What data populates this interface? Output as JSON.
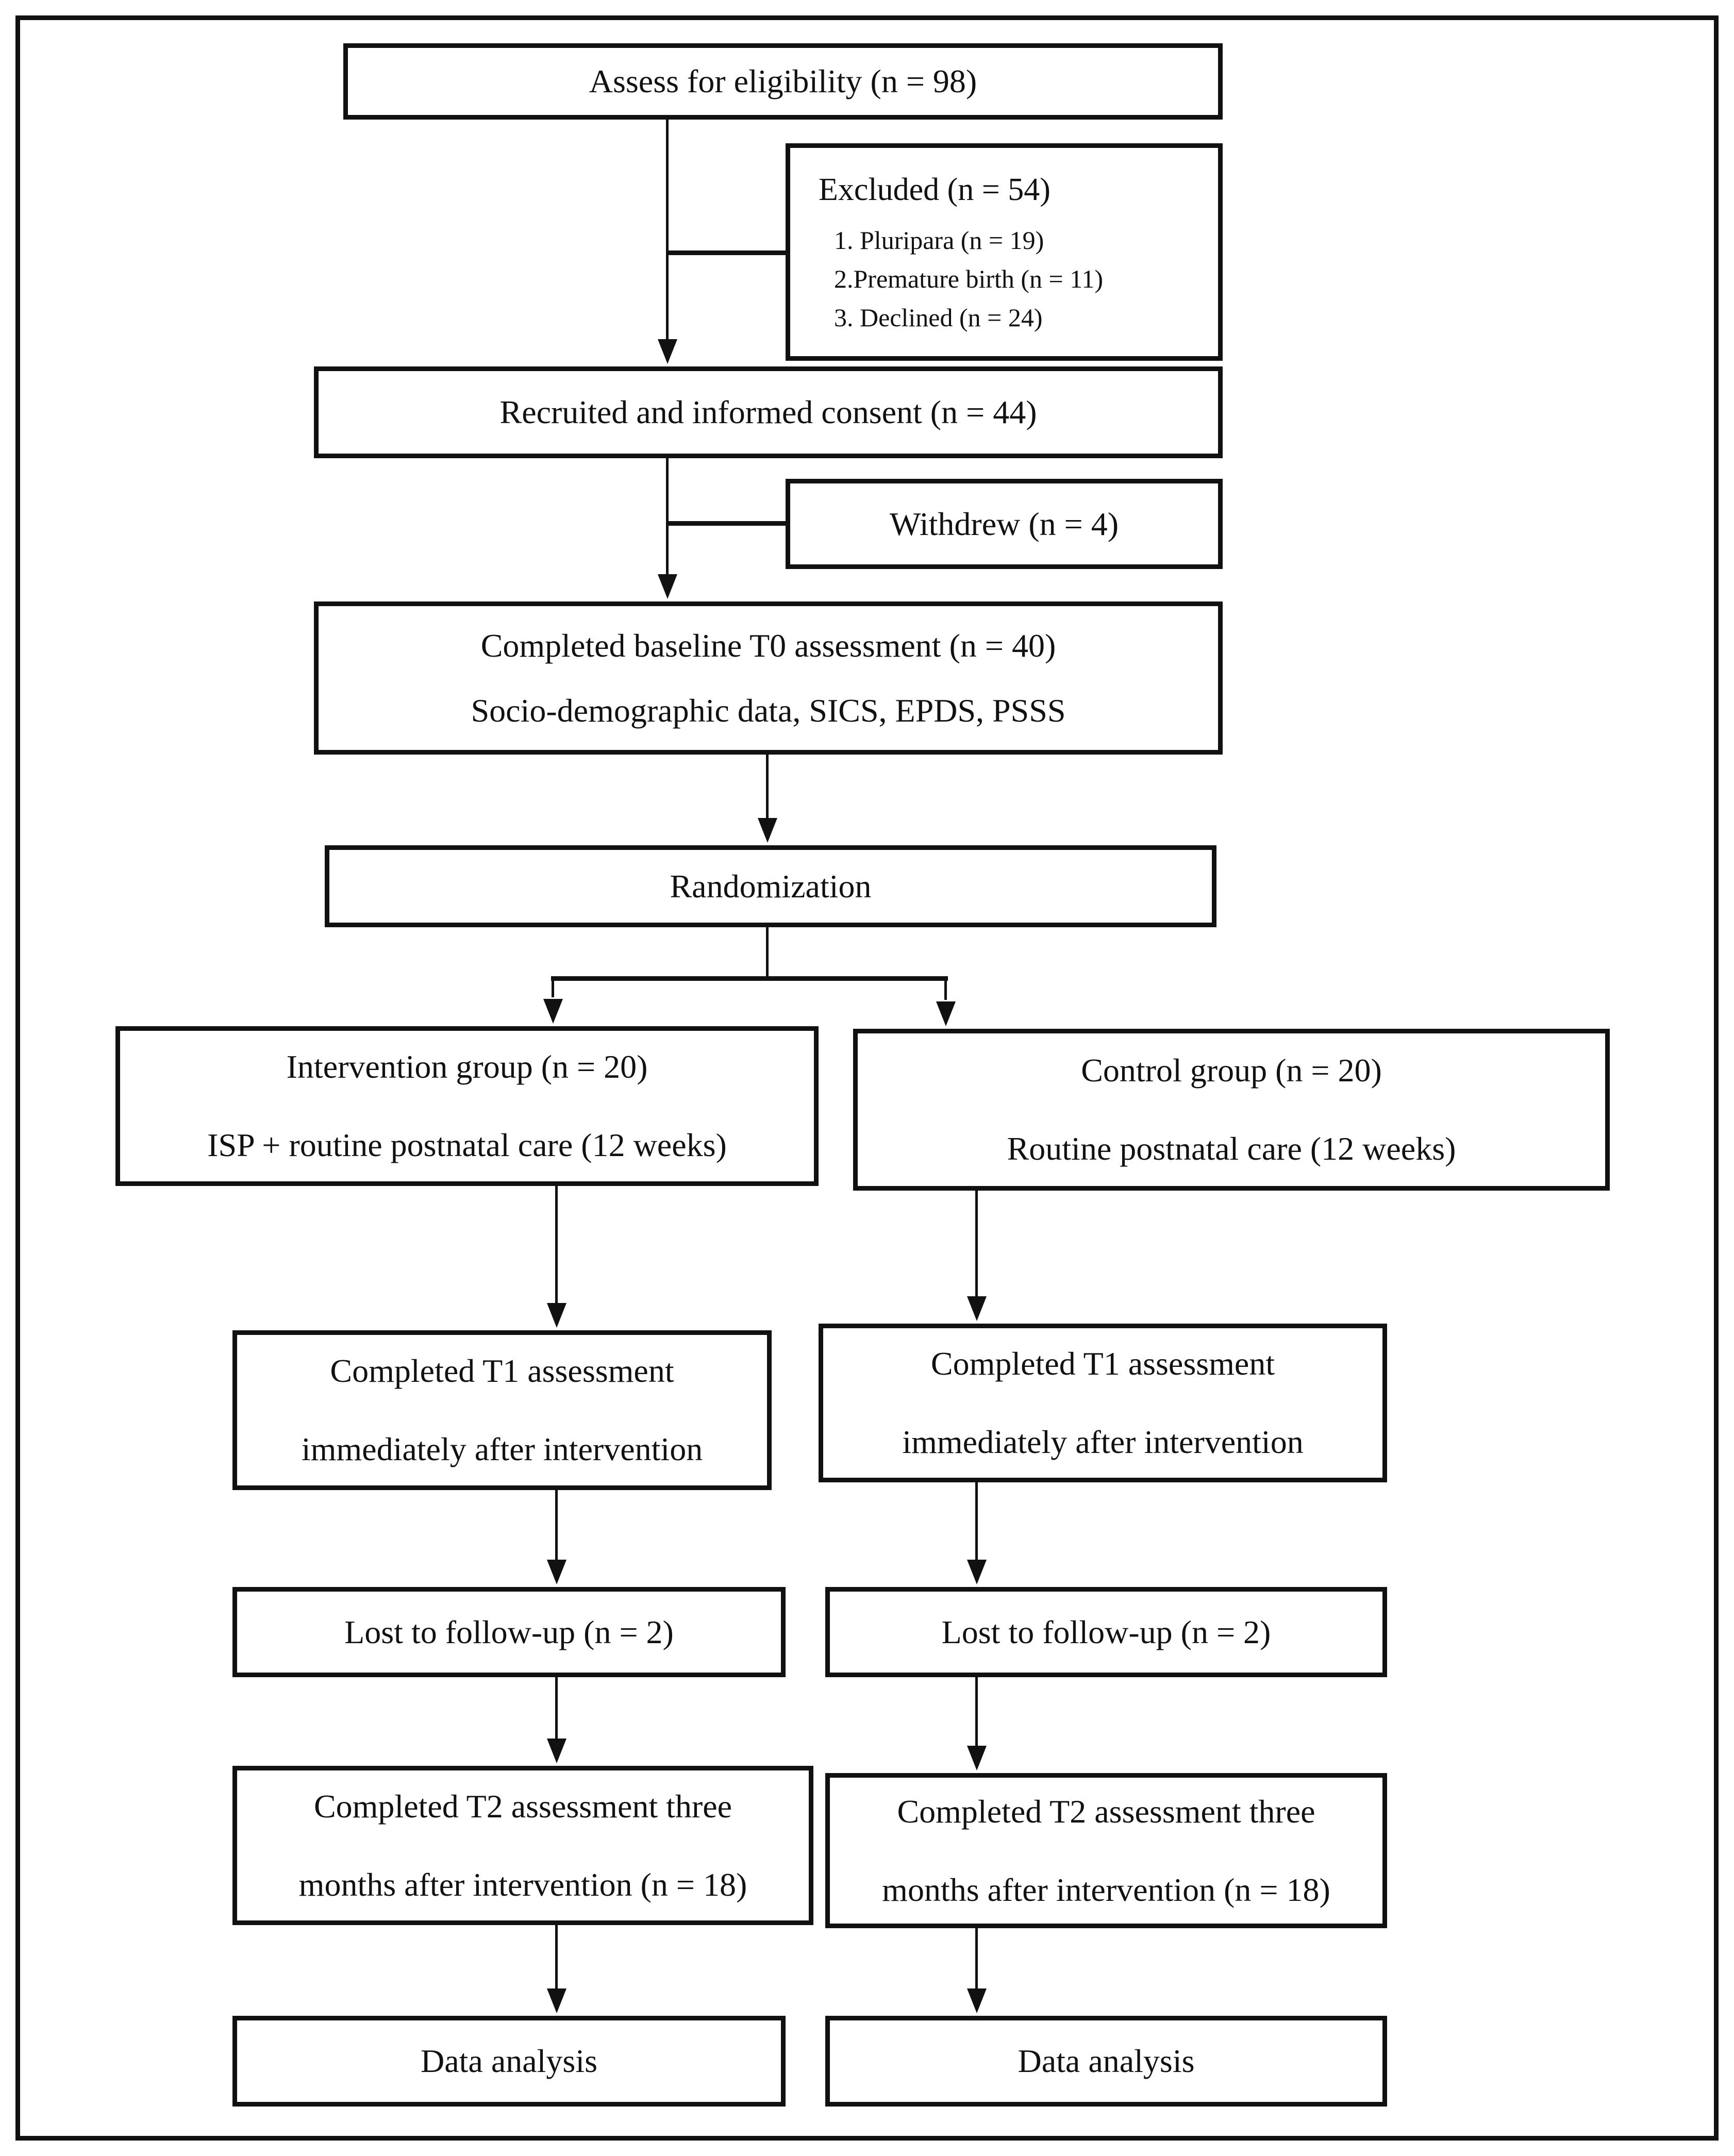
{
  "figure": {
    "type": "flowchart",
    "description": "Participant flow diagram of randomized controlled trial"
  },
  "colors": {
    "line": "#111111",
    "text": "#111111",
    "background": "#ffffff"
  },
  "nodes": {
    "assess": {
      "text": "Assess for eligibility (n = 98)"
    },
    "excluded": {
      "title": "Excluded (n = 54)",
      "items": [
        "1. Pluripara (n = 19)",
        "2.Premature birth (n = 11)",
        "3. Declined (n = 24)"
      ]
    },
    "recruited": {
      "text": "Recruited and informed consent (n = 44)"
    },
    "withdrew": {
      "text": "Withdrew (n = 4)"
    },
    "baseline": {
      "line1": "Completed baseline T0 assessment (n = 40)",
      "line2": "Socio-demographic data, SICS, EPDS, PSSS"
    },
    "randomization": {
      "text": "Randomization"
    },
    "intervention": {
      "line1": "Intervention group (n = 20)",
      "line2": "ISP + routine postnatal care (12 weeks)"
    },
    "control": {
      "line1": "Control group (n = 20)",
      "line2": "Routine postnatal care (12 weeks)"
    },
    "t1_intervention": {
      "line1": "Completed T1 assessment",
      "line2": "immediately after intervention"
    },
    "t1_control": {
      "line1": "Completed T1 assessment",
      "line2": "immediately after intervention"
    },
    "lost_intervention": {
      "text": "Lost to follow-up (n = 2)"
    },
    "lost_control": {
      "text": "Lost to follow-up (n = 2)"
    },
    "t2_intervention": {
      "line1": "Completed T2 assessment three",
      "line2": "months after intervention (n = 18)"
    },
    "t2_control": {
      "line1": "Completed T2 assessment three",
      "line2": "months after intervention (n = 18)"
    },
    "data_intervention": {
      "text": "Data analysis"
    },
    "data_control": {
      "text": "Data analysis"
    }
  }
}
